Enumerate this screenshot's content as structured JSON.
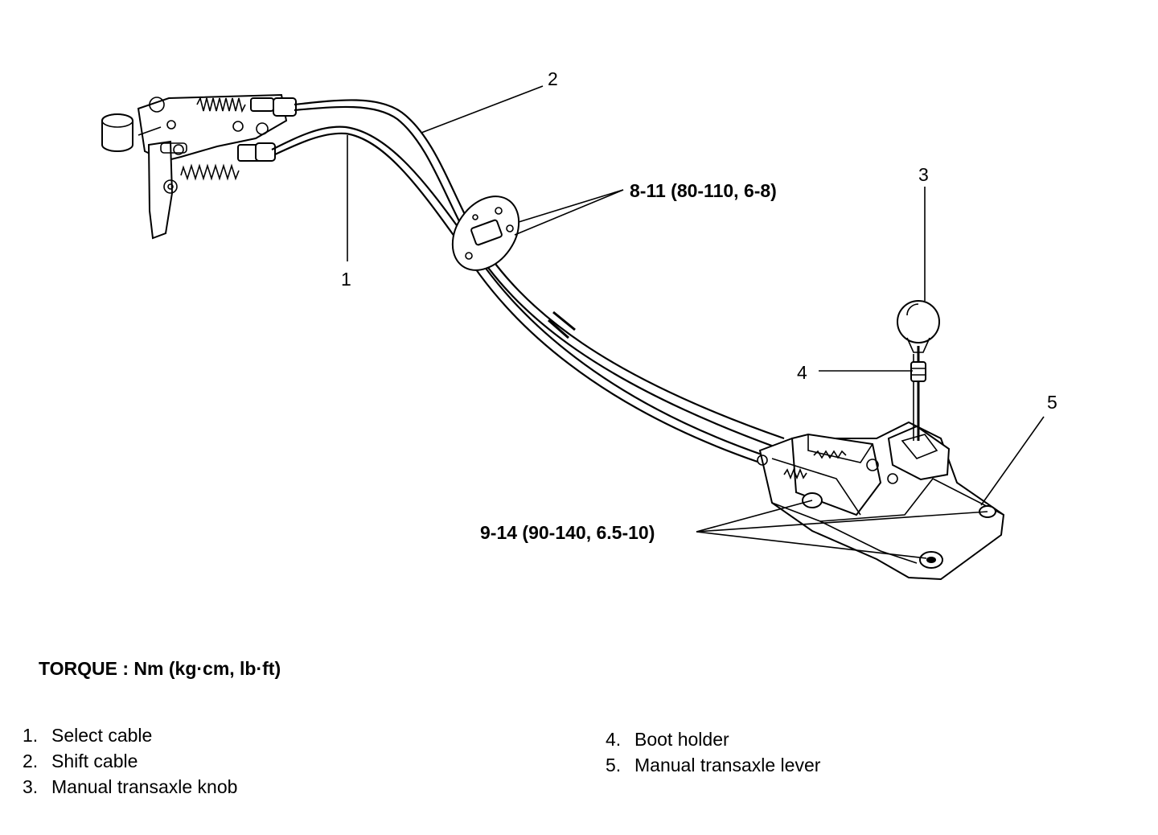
{
  "callouts": {
    "c1": "1",
    "c2": "2",
    "c3": "3",
    "c4": "4",
    "c5": "5"
  },
  "torque_specs": {
    "bracket": "8-11 (80-110, 6-8)",
    "lever_base": "9-14 (90-140, 6.5-10)"
  },
  "torque_heading": "TORQUE : Nm (kg·cm, lb·ft)",
  "legend": [
    {
      "num": "1.",
      "label": "Select cable"
    },
    {
      "num": "2.",
      "label": "Shift cable"
    },
    {
      "num": "3.",
      "label": "Manual transaxle knob"
    },
    {
      "num": "4.",
      "label": "Boot holder"
    },
    {
      "num": "5.",
      "label": "Manual transaxle lever"
    }
  ]
}
